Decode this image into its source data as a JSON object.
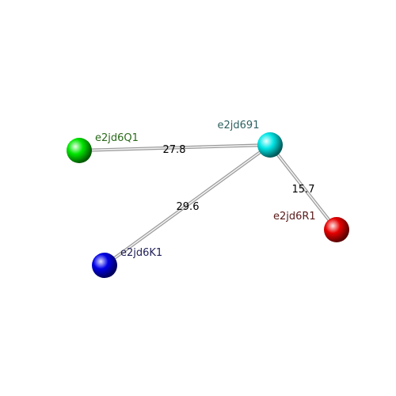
{
  "nodes": [
    {
      "id": "e2jd691",
      "label": "e2jd691",
      "color": "#00e5e5",
      "label_color": "#2f6060"
    },
    {
      "id": "e2jd6Q1",
      "label": "e2jd6Q1",
      "color": "#00e600",
      "label_color": "#2a6a1a"
    },
    {
      "id": "e2jd6K1",
      "label": "e2jd6K1",
      "color": "#0000e6",
      "label_color": "#22225a"
    },
    {
      "id": "e2jd6R1",
      "label": "e2jd6R1",
      "color": "#e60000",
      "label_color": "#5a1a1a"
    }
  ],
  "edges": [
    {
      "from": "e2jd691",
      "to": "e2jd6Q1",
      "label": "27.8"
    },
    {
      "from": "e2jd691",
      "to": "e2jd6K1",
      "label": "29.6"
    },
    {
      "from": "e2jd691",
      "to": "e2jd6R1",
      "label": "15.7"
    }
  ]
}
